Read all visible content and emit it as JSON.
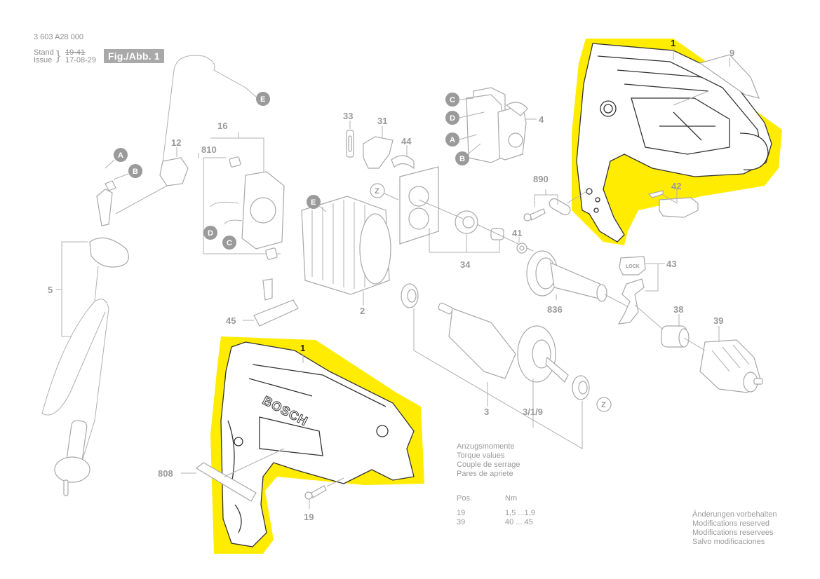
{
  "header": {
    "part_number": "3 603 A28 000",
    "stand_label": "Stand",
    "issue_label": "Issue",
    "stand_value_struck": "19-41",
    "issue_value": "17-08-29",
    "figure_label": "Fig./Abb. 1"
  },
  "colors": {
    "highlight": "#ffec00",
    "callout_gray": "#9a9a9a",
    "badge_gray": "#a9a9a9"
  },
  "part_labels": [
    "1",
    "1",
    "2",
    "3",
    "3/1/9",
    "4",
    "5",
    "9",
    "12",
    "16",
    "19",
    "31",
    "33",
    "34",
    "38",
    "39",
    "41",
    "42",
    "43",
    "44",
    "45",
    "808",
    "810",
    "836",
    "890"
  ],
  "connectors": [
    "A",
    "B",
    "C",
    "D",
    "E",
    "Z"
  ],
  "torque": {
    "titles": [
      "Anzugsmomente",
      "Torque values",
      "Couple de serrage",
      "Pares de apriete"
    ],
    "col_pos": "Pos.",
    "col_nm": "Nm",
    "rows": [
      {
        "pos": "19",
        "nm": "1,5 ...1,9"
      },
      {
        "pos": "39",
        "nm": "40 ... 45"
      }
    ]
  },
  "footer": {
    "lines": [
      "Änderungen vorbehalten",
      "Modifications reserved",
      "Modifications reservees",
      "Salvo modificaciones"
    ]
  },
  "brand_logo": "BOSCH",
  "lock_logo": "LOCK"
}
